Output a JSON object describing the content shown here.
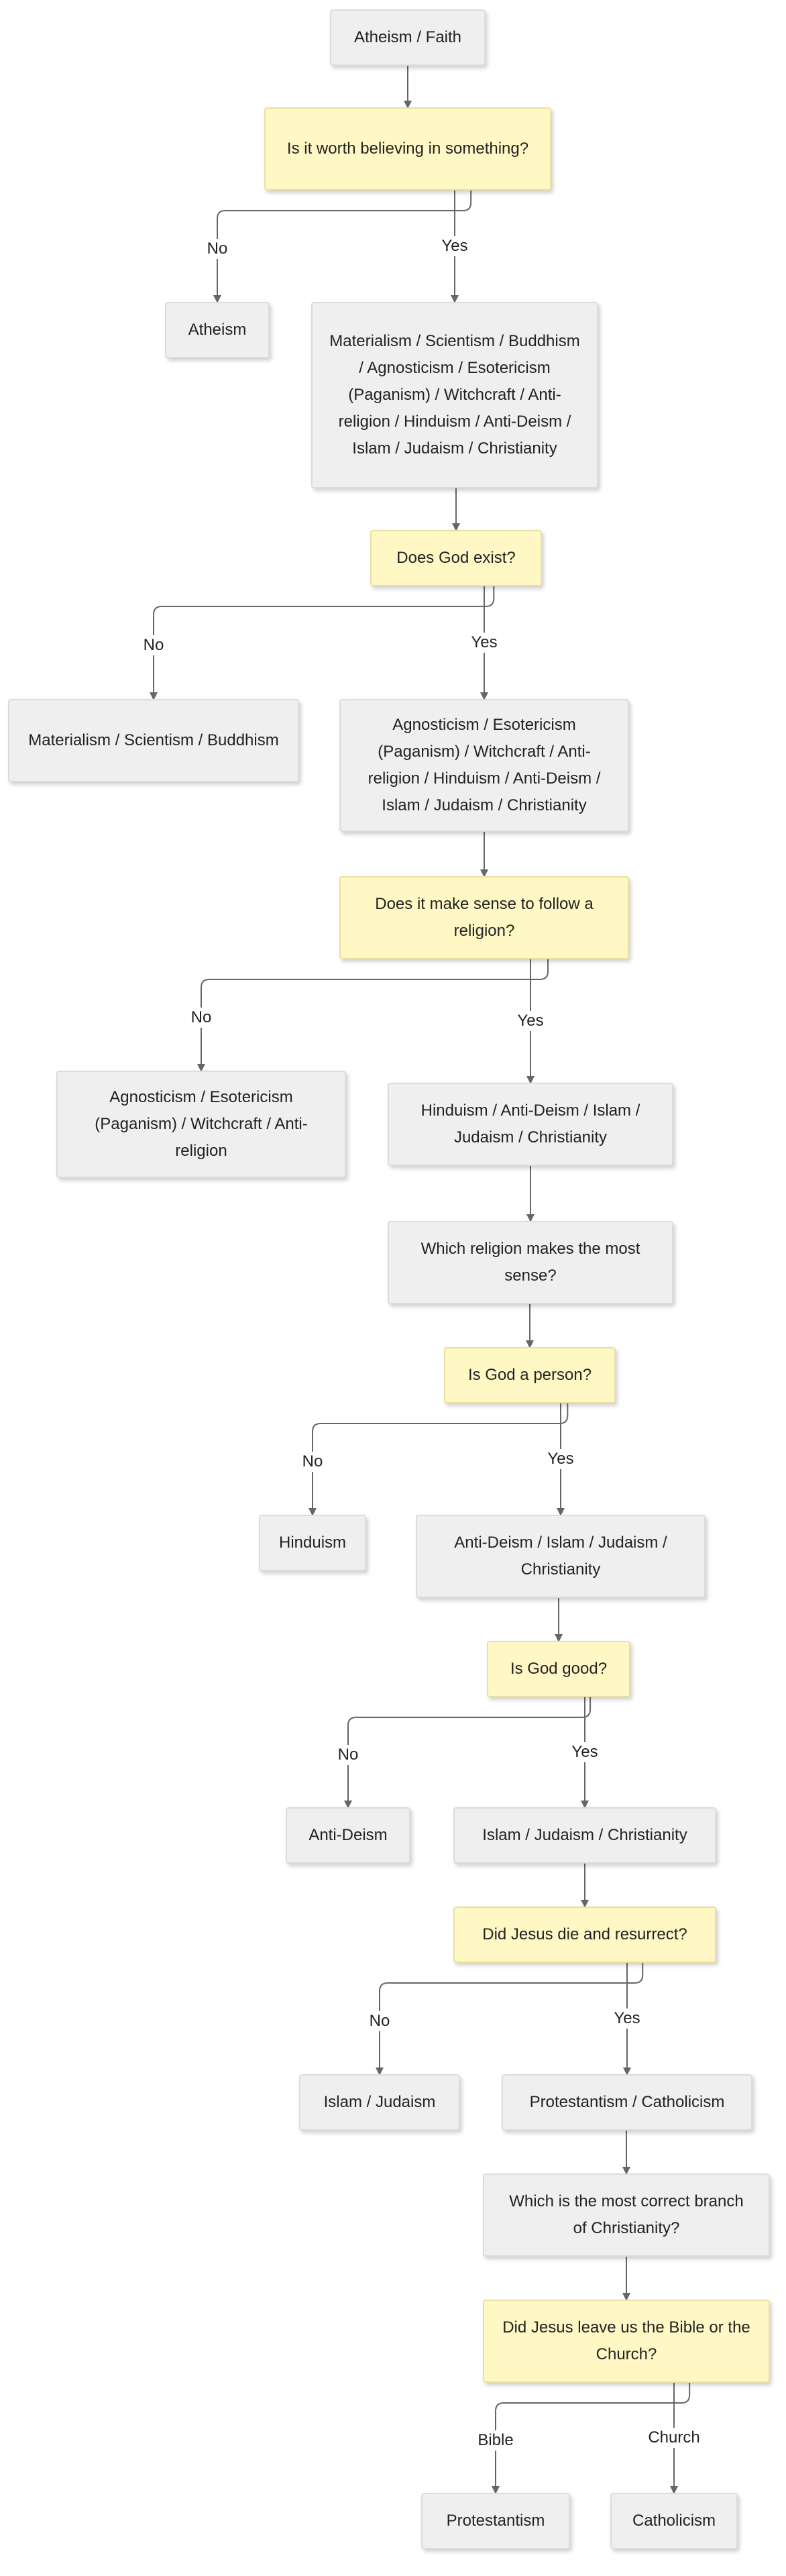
{
  "colors": {
    "box_fill": "#efefef",
    "question_fill": "#fff8c5",
    "edge": "#666666",
    "text": "#222222"
  },
  "nodes": [
    {
      "id": "start",
      "kind": "box",
      "text": "Atheism / Faith"
    },
    {
      "id": "q-believe",
      "kind": "question",
      "text": "Is it worth believing in something?"
    },
    {
      "id": "atheism",
      "kind": "box",
      "text": "Atheism"
    },
    {
      "id": "set-all",
      "kind": "box",
      "text": "Materialism / Scientism / Buddhism / Agnosticism / Esotericism (Paganism) / Witchcraft / Anti-religion / Hinduism / Anti-Deism / Islam / Judaism / Christianity"
    },
    {
      "id": "q-god-exist",
      "kind": "question",
      "text": "Does God exist?"
    },
    {
      "id": "materialism",
      "kind": "box",
      "text": "Materialism / Scientism / Buddhism"
    },
    {
      "id": "set-theist",
      "kind": "box",
      "text": "Agnosticism / Esotericism (Paganism) / Witchcraft / Anti-religion / Hinduism / Anti-Deism / Islam / Judaism / Christianity"
    },
    {
      "id": "q-religion",
      "kind": "question",
      "text": "Does it make sense to follow a religion?"
    },
    {
      "id": "agnosticism",
      "kind": "box",
      "text": "Agnosticism / Esotericism (Paganism) / Witchcraft / Anti-religion"
    },
    {
      "id": "set-religions",
      "kind": "box",
      "text": "Hinduism / Anti-Deism / Islam / Judaism / Christianity"
    },
    {
      "id": "which-religion",
      "kind": "box",
      "text": "Which religion makes the most sense?"
    },
    {
      "id": "q-god-person",
      "kind": "question",
      "text": "Is God a person?"
    },
    {
      "id": "hinduism",
      "kind": "box",
      "text": "Hinduism"
    },
    {
      "id": "set-personal",
      "kind": "box",
      "text": "Anti-Deism / Islam / Judaism / Christianity"
    },
    {
      "id": "q-god-good",
      "kind": "question",
      "text": "Is God good?"
    },
    {
      "id": "anti-deism",
      "kind": "box",
      "text": "Anti-Deism"
    },
    {
      "id": "set-abrahamic",
      "kind": "box",
      "text": "Islam / Judaism / Christianity"
    },
    {
      "id": "q-jesus",
      "kind": "question",
      "text": "Did Jesus die and resurrect?"
    },
    {
      "id": "islam-judaism",
      "kind": "box",
      "text": "Islam / Judaism"
    },
    {
      "id": "set-christian",
      "kind": "box",
      "text": "Protestantism / Catholicism"
    },
    {
      "id": "which-branch",
      "kind": "box",
      "text": "Which is the most correct branch of Christianity?"
    },
    {
      "id": "q-bible-church",
      "kind": "question",
      "text": "Did Jesus leave us the Bible or the Church?"
    },
    {
      "id": "protestantism",
      "kind": "box",
      "text": "Protestantism"
    },
    {
      "id": "catholicism",
      "kind": "box",
      "text": "Catholicism"
    }
  ],
  "edges": [
    {
      "from": "start",
      "to": "q-believe",
      "label": ""
    },
    {
      "from": "q-believe",
      "to": "atheism",
      "label": "No"
    },
    {
      "from": "q-believe",
      "to": "set-all",
      "label": "Yes"
    },
    {
      "from": "set-all",
      "to": "q-god-exist",
      "label": ""
    },
    {
      "from": "q-god-exist",
      "to": "materialism",
      "label": "No"
    },
    {
      "from": "q-god-exist",
      "to": "set-theist",
      "label": "Yes"
    },
    {
      "from": "set-theist",
      "to": "q-religion",
      "label": ""
    },
    {
      "from": "q-religion",
      "to": "agnosticism",
      "label": "No"
    },
    {
      "from": "q-religion",
      "to": "set-religions",
      "label": "Yes"
    },
    {
      "from": "set-religions",
      "to": "which-religion",
      "label": ""
    },
    {
      "from": "which-religion",
      "to": "q-god-person",
      "label": ""
    },
    {
      "from": "q-god-person",
      "to": "hinduism",
      "label": "No"
    },
    {
      "from": "q-god-person",
      "to": "set-personal",
      "label": "Yes"
    },
    {
      "from": "set-personal",
      "to": "q-god-good",
      "label": ""
    },
    {
      "from": "q-god-good",
      "to": "anti-deism",
      "label": "No"
    },
    {
      "from": "q-god-good",
      "to": "set-abrahamic",
      "label": "Yes"
    },
    {
      "from": "set-abrahamic",
      "to": "q-jesus",
      "label": ""
    },
    {
      "from": "q-jesus",
      "to": "islam-judaism",
      "label": "No"
    },
    {
      "from": "q-jesus",
      "to": "set-christian",
      "label": "Yes"
    },
    {
      "from": "set-christian",
      "to": "which-branch",
      "label": ""
    },
    {
      "from": "which-branch",
      "to": "q-bible-church",
      "label": ""
    },
    {
      "from": "q-bible-church",
      "to": "protestantism",
      "label": "Bible"
    },
    {
      "from": "q-bible-church",
      "to": "catholicism",
      "label": "Church"
    }
  ]
}
